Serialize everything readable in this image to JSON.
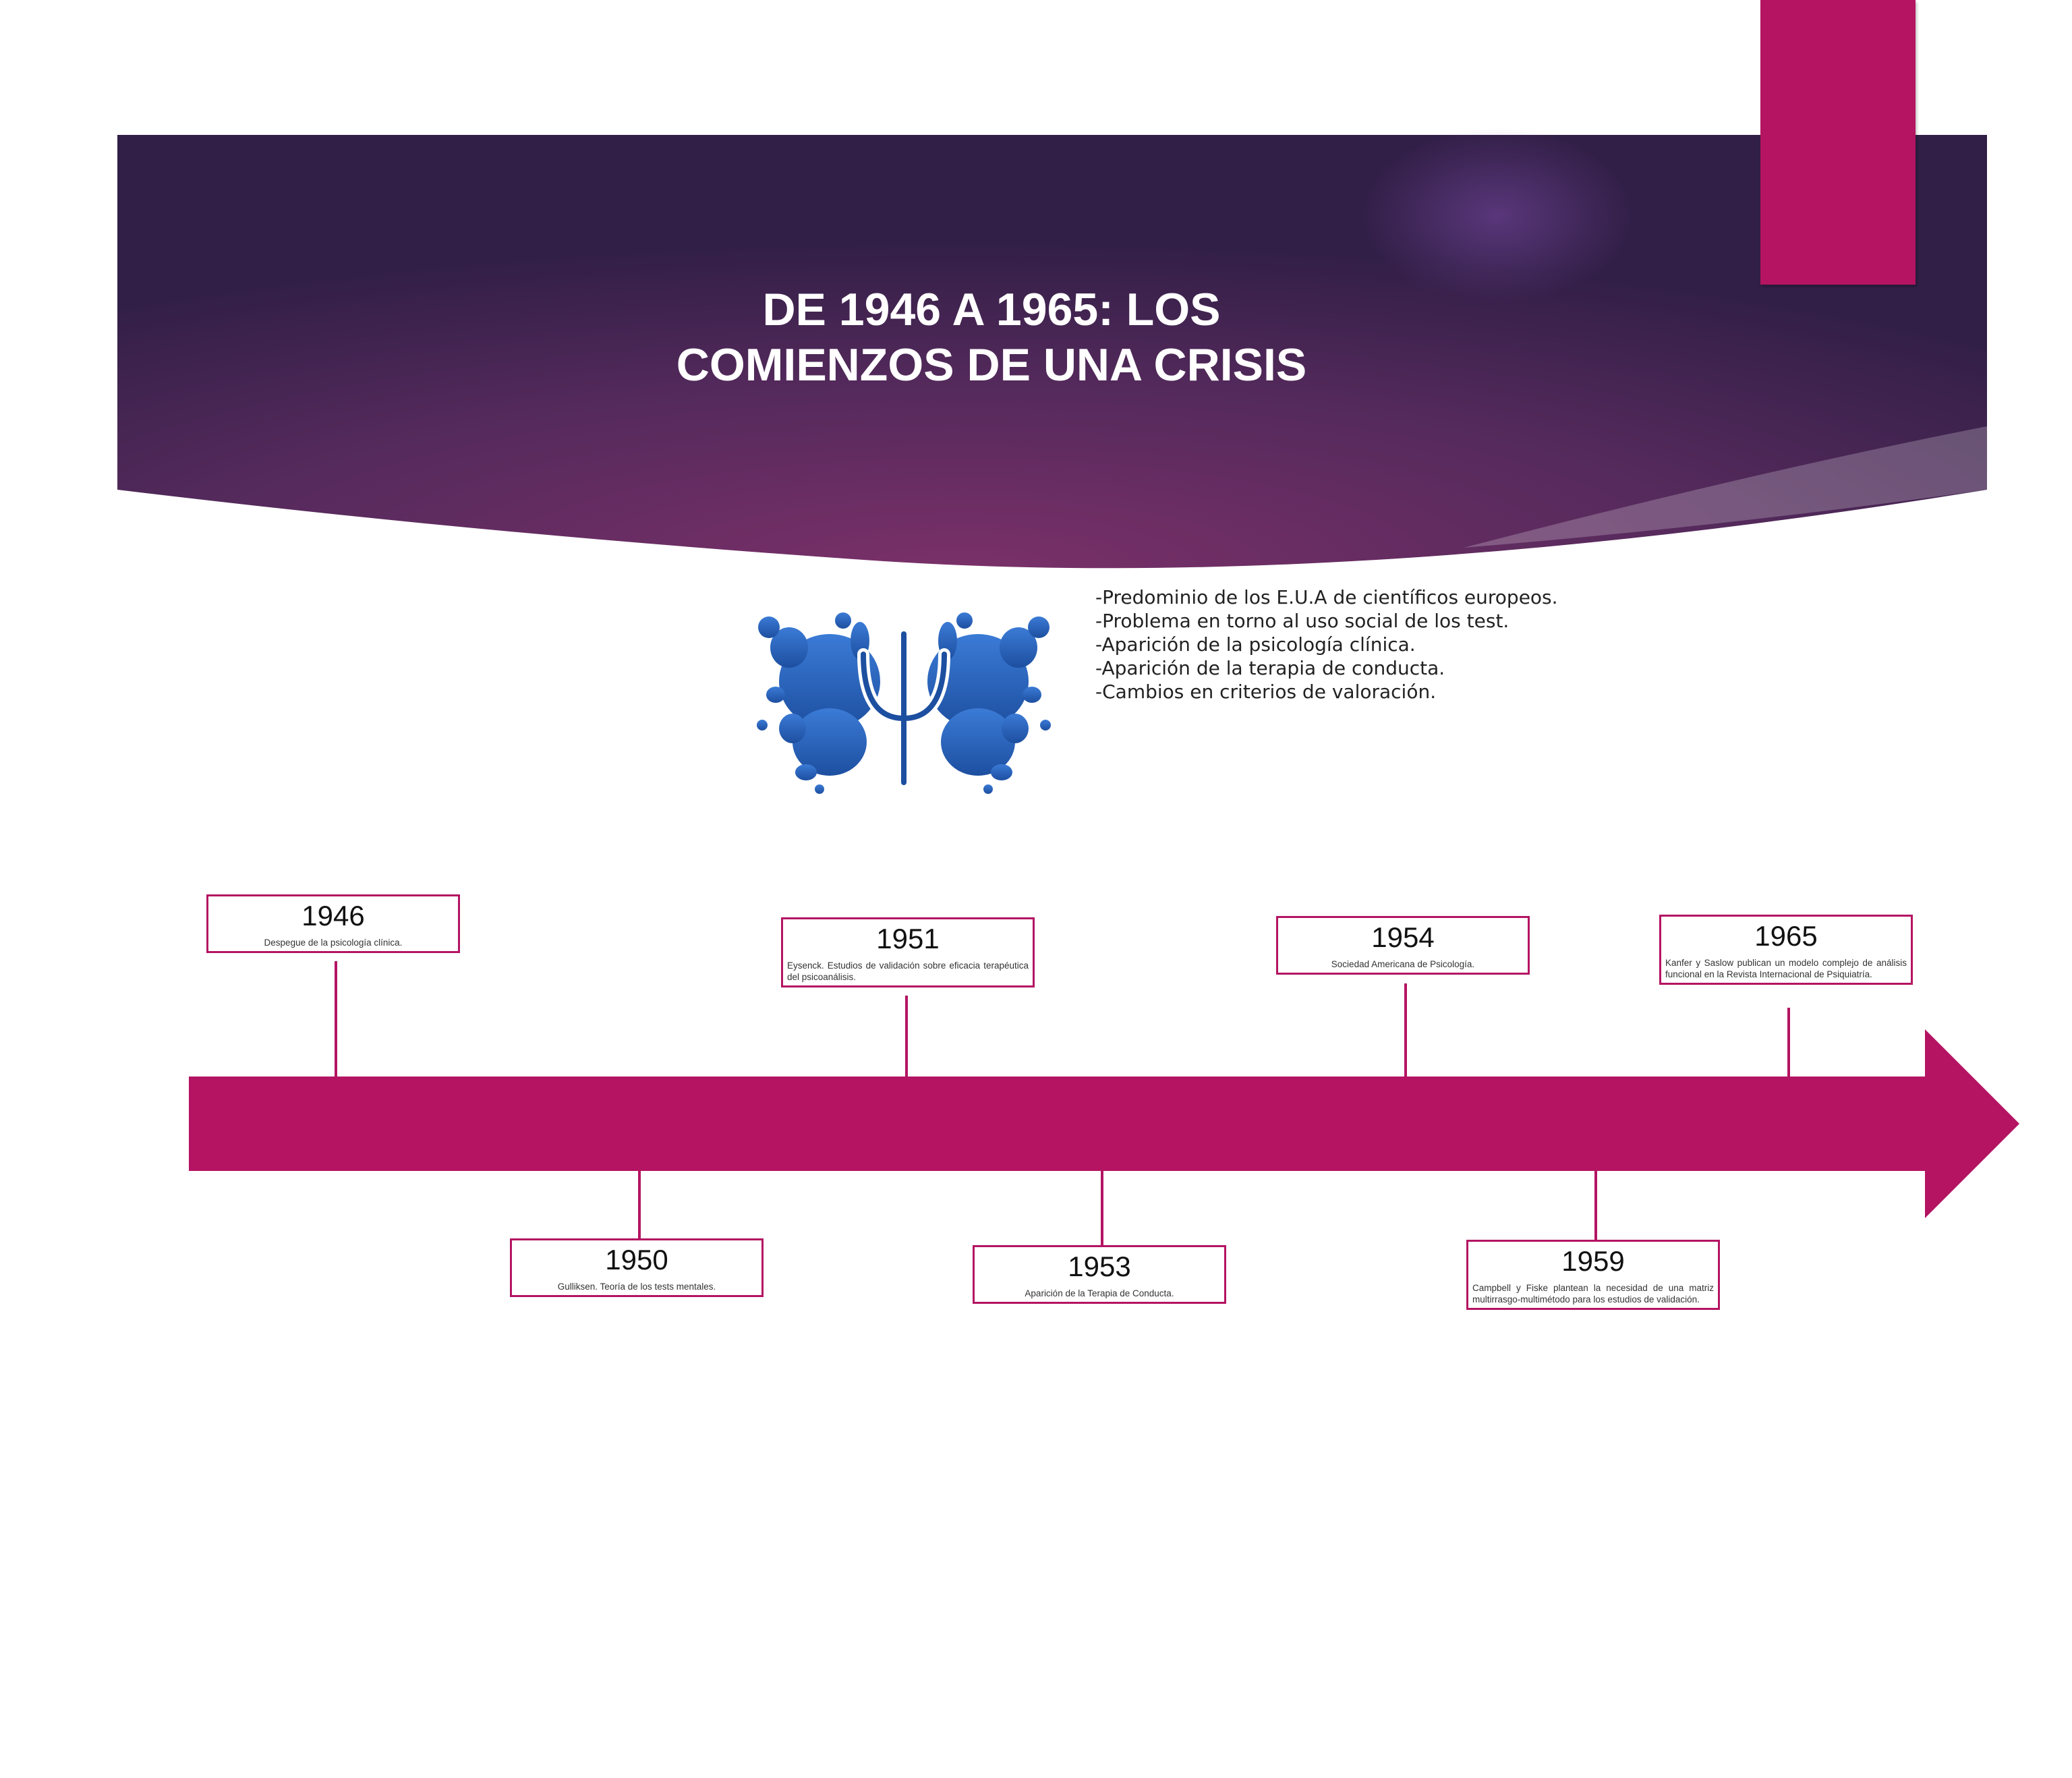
{
  "title": {
    "line1": "DE 1946 A 1965: LOS",
    "line2": "COMIENZOS DE UNA CRISIS"
  },
  "logo": {
    "icon": "psi-inkblot-icon"
  },
  "bullets": [
    "-Predominio de los E.U.A de científicos europeos.",
    "-Problema en torno al uso social de los test.",
    "-Aparición de la psicología clínica.",
    "-Aparición de la terapia de conducta.",
    "-Cambios en criterios de valoración."
  ],
  "events": [
    {
      "year": "1946",
      "desc": "Despegue de la psicología clínica.",
      "position": "above"
    },
    {
      "year": "1950",
      "desc": "Gulliksen. Teoría de los tests mentales.",
      "position": "below"
    },
    {
      "year": "1951",
      "desc": "Eysenck. Estudios de validación sobre eficacia terapéutica del psicoanálisis.",
      "position": "above"
    },
    {
      "year": "1953",
      "desc": "Aparición de la Terapia de Conducta.",
      "position": "below"
    },
    {
      "year": "1954",
      "desc": "Sociedad Americana de Psicología.",
      "position": "above"
    },
    {
      "year": "1959",
      "desc": "Campbell y Fiske plantean la necesidad de una matriz multirrasgo-multimétodo para los estudios de validación.",
      "position": "below"
    },
    {
      "year": "1965",
      "desc": "Kanfer y Saslow publican un modelo complejo de análisis funcional en la Revista Internacional de Psiquiatría.",
      "position": "above"
    }
  ],
  "colors": {
    "accent": "#b41462",
    "banner_dark": "#34204a",
    "banner_mid": "#6b2d66"
  }
}
